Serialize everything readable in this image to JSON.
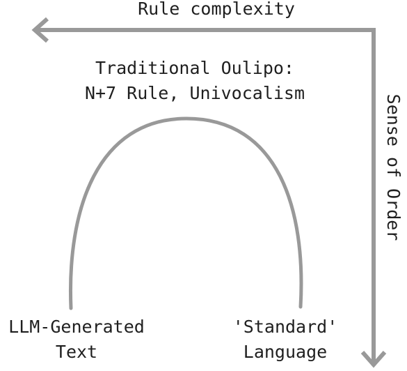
{
  "diagram": {
    "axes": {
      "horizontal_label": "Rule complexity",
      "vertical_label": "Sense of Order"
    },
    "labels": {
      "top": [
        "Traditional Oulipo:",
        "N+7 Rule, Univocalism"
      ],
      "left": [
        "LLM-Generated",
        "Text"
      ],
      "right": [
        "'Standard'",
        "Language"
      ]
    },
    "colors": {
      "axis": "#999999",
      "curve": "#999999",
      "text": "#1f1f1f",
      "background": "#ffffff"
    }
  }
}
